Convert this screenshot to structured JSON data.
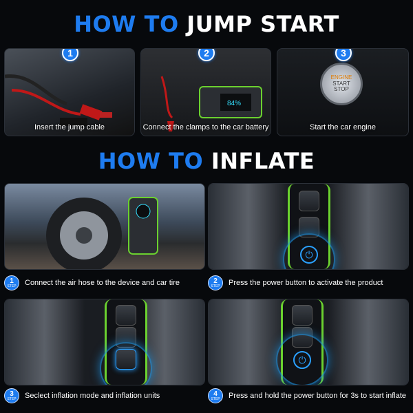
{
  "jump": {
    "title_a": "HOW TO",
    "title_b": "JUMP START",
    "steps": [
      {
        "num": "1",
        "caption": "Insert the jump cable"
      },
      {
        "num": "2",
        "caption": "Connect the clamps to the car battery"
      },
      {
        "num": "3",
        "caption": "Start the car engine"
      }
    ],
    "engine_button": [
      "ENGINE",
      "START",
      "STOP"
    ]
  },
  "inflate": {
    "title_a": "HOW TO",
    "title_b": "INFLATE",
    "step_word": "STEP",
    "steps": [
      {
        "num": "1",
        "caption": "Connect the air hose to the device and car tire"
      },
      {
        "num": "2",
        "caption": "Press the power button to activate the product"
      },
      {
        "num": "3",
        "caption": "Seclect inflation mode and inflation units"
      },
      {
        "num": "4",
        "caption": "Press and hold the power button for 3s to start inflate"
      }
    ]
  },
  "colors": {
    "accent": "#1e7cf0",
    "device_green": "#6bd12f",
    "background": "#07090c"
  }
}
